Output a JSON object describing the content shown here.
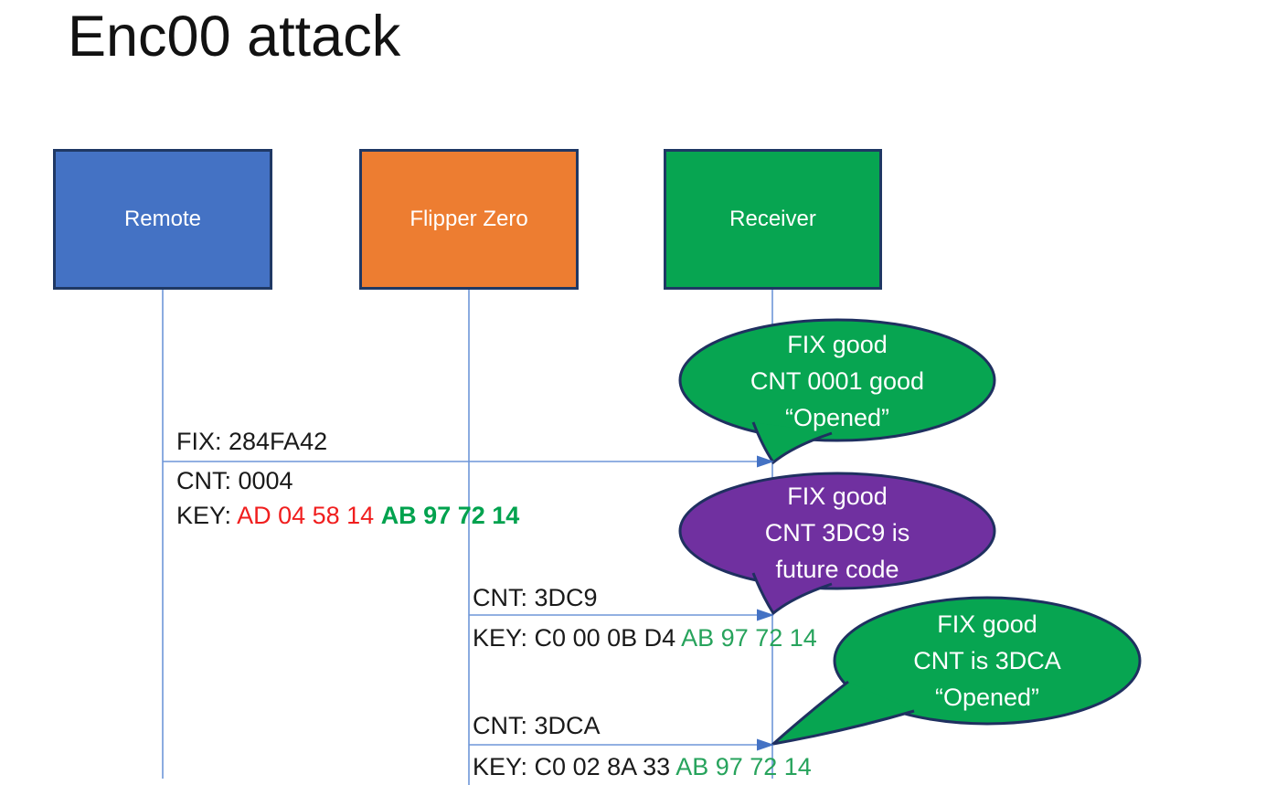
{
  "title": "Enc00 attack",
  "colors": {
    "remote_fill": "#4472c4",
    "flipper_fill": "#ed7d31",
    "receiver_fill": "#07a551",
    "bubble_green": "#07a551",
    "bubble_purple": "#7030a0",
    "outline_navy": "#1f3864",
    "arrow_blue": "#6e96d8",
    "arrowhead_blue": "#4472c4",
    "key_red_text": "#f01e1e",
    "key_green_bold_text": "#00a24e",
    "key_green_text": "#27a35c"
  },
  "actors": [
    {
      "label": "Remote"
    },
    {
      "label": "Flipper Zero"
    },
    {
      "label": "Receiver"
    }
  ],
  "messages": {
    "m1": {
      "fix": "FIX: 284FA42",
      "cnt": "CNT: 0004",
      "key_prefix": "KEY: ",
      "key_red": "AD 04 58 14 ",
      "key_green": "AB 97 72 14"
    },
    "m2": {
      "cnt": "CNT: 3DC9",
      "key_prefix": "KEY: ",
      "key_black": "C0 00 0B D4 ",
      "key_green": "AB 97 72 14"
    },
    "m3": {
      "cnt": "CNT: 3DCA",
      "key_prefix": "KEY: ",
      "key_black": "C0 02 8A 33 ",
      "key_green": "AB 97 72 14"
    }
  },
  "bubbles": [
    {
      "lines": [
        "FIX good",
        "CNT 0001 good",
        "“Opened”"
      ]
    },
    {
      "lines": [
        "FIX good",
        "CNT 3DC9 is",
        "future code"
      ]
    },
    {
      "lines": [
        "FIX good",
        "CNT is 3DCA",
        "“Opened”"
      ]
    }
  ]
}
